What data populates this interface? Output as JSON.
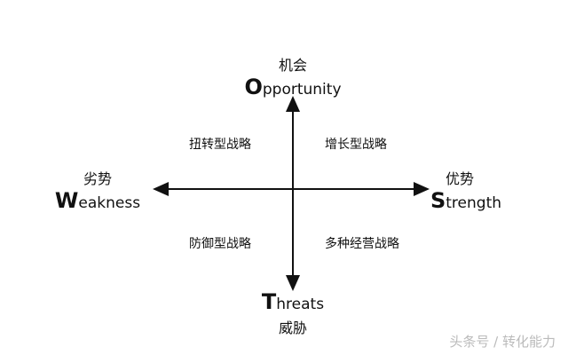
{
  "top": {
    "cn": "机会",
    "initial": "O",
    "rest": "pportunity"
  },
  "bottom": {
    "cn": "威胁",
    "initial": "T",
    "rest": "hreats"
  },
  "left": {
    "cn": "劣势",
    "initial": "W",
    "rest": "eakness"
  },
  "right": {
    "cn": "优势",
    "initial": "S",
    "rest": "trength"
  },
  "quadrants": {
    "top_left": "扭转型战略",
    "top_right": "增长型战略",
    "bottom_left": "防御型战略",
    "bottom_right": "多种经营战略"
  },
  "watermark": "头条号 / 转化能力"
}
